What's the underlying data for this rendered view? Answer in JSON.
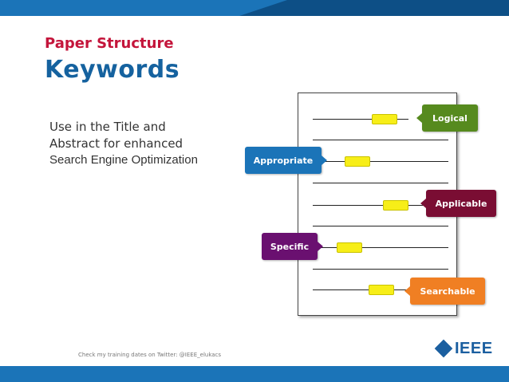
{
  "slide": {
    "subtitle": "Paper Structure",
    "title": "Keywords",
    "body_lines": [
      "Use in the Title and",
      "Abstract for enhanced",
      "Search Engine Optimization"
    ],
    "footer": "Check my training dates on Twitter: @IEEE_elukacs",
    "logo_text": "IEEE"
  },
  "callouts": [
    {
      "label": "Logical",
      "color": "#568a1e"
    },
    {
      "label": "Appropriate",
      "color": "#1b74b8"
    },
    {
      "label": "Applicable",
      "color": "#7a0d33"
    },
    {
      "label": "Specific",
      "color": "#6a1070"
    },
    {
      "label": "Searchable",
      "color": "#f07f23"
    }
  ],
  "colors": {
    "accent_bar": "#1b74b8",
    "subtitle": "#c4153b",
    "title": "#15629f",
    "highlighter": "#f7ee18"
  }
}
